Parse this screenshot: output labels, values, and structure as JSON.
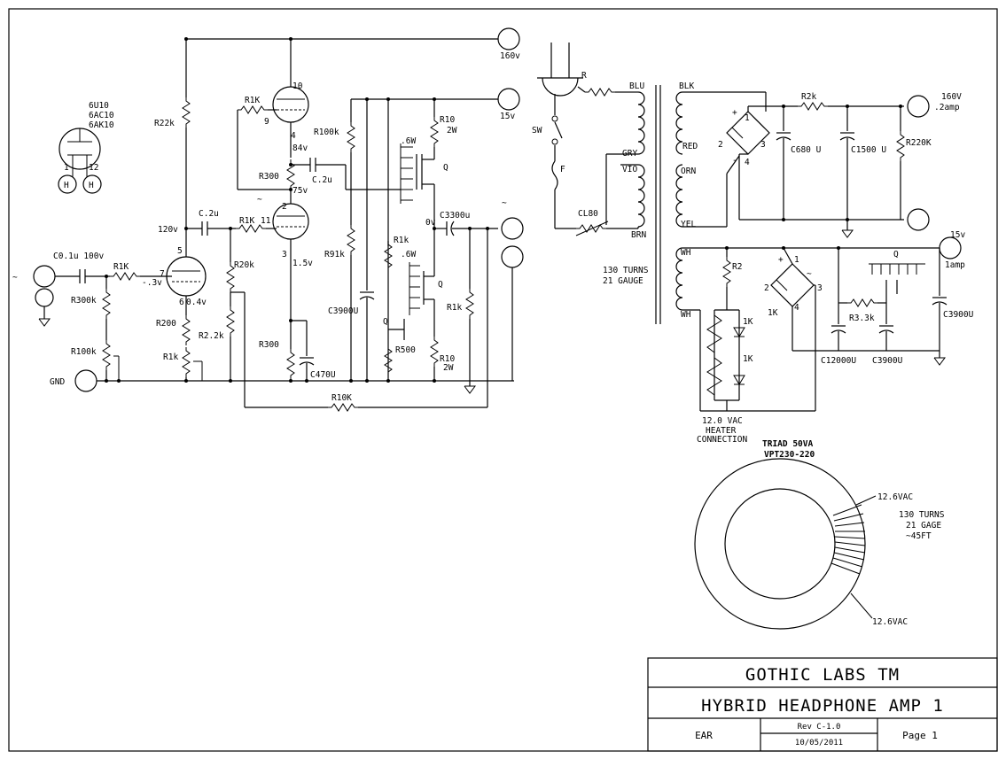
{
  "title_block": {
    "company": "GOTHIC LABS TM",
    "title": "HYBRID HEADPHONE AMP 1",
    "designer": "EAR",
    "revision": "Rev C-1.0",
    "date": "10/05/2011",
    "page": "Page 1"
  },
  "tube_legend": {
    "types": [
      "6U10",
      "6AC10",
      "6AK10"
    ],
    "pin1": "1",
    "pin12": "12",
    "heater": "H"
  },
  "rails": {
    "v160": "160v",
    "v15": "15v",
    "v160_supply": "160V",
    "v160_current": ".2amp",
    "v15_supply": "15v",
    "v15_current": "1amp"
  },
  "input": {
    "cap": "C0.1u 100v",
    "r_series": "R1K",
    "r_shunt": "R300k",
    "pot": "R100k",
    "gnd": "GND"
  },
  "tube1": {
    "pin5": "5",
    "pin7": "7",
    "pin6": "6",
    "grid_v": "-.3v",
    "cathode_v": "0.4v",
    "plate_v": "120v",
    "r_cathode": "R200",
    "r_pot": "R1k",
    "r_grid": "R2.2k",
    "r_plate": "R22k",
    "r_bias": "R20k"
  },
  "tube2": {
    "pin10": "10",
    "pin9": "9",
    "pin4": "4",
    "pin2": "2",
    "pin11": "11",
    "pin3": "3",
    "v84": "84v",
    "v75": "75v",
    "v15": "1.5v",
    "r_grid_top": "R1K",
    "r_mid": "R300",
    "cap_mid": "C.2u",
    "cap_cpl": "C.2u",
    "r_grid_bot": "R1K",
    "r_cathode": "R300",
    "cap_cathode": "C470U"
  },
  "output_stage": {
    "pot": "R100k",
    "r91k": "R91k",
    "c3900": "C3900U",
    "r10_top": "R10",
    "w2_top": "2W",
    "w6_top": ".6W",
    "q_top": "Q",
    "r1k_mid": "R1k",
    "w6_mid": ".6W",
    "q_mid": "Q",
    "q_low": "Q",
    "r500": "R500",
    "r10_bot": "R10",
    "w2_bot": "2W",
    "v0": "0v",
    "c3300": "C3300u",
    "r1k_out": "R1k",
    "feedback": "R10K"
  },
  "power": {
    "r": "R",
    "sw": "SW",
    "fuse": "F",
    "thermistor": "CL80",
    "blu": "BLU",
    "gry": "GRY",
    "vio": "VIO",
    "brn": "BRN",
    "blk": "BLK",
    "red": "RED",
    "orn": "ORN",
    "yel": "YEL",
    "turns": "130 TURNS",
    "gauge": "21 GAUGE",
    "r2k": "R2k",
    "c680": "C680 U",
    "c1500": "C1500 U",
    "r220k": "R220K",
    "wh1": "WH",
    "wh2": "WH",
    "r2": "R2",
    "led_r1": "1K",
    "led_r2": "1K",
    "heater_note": [
      "12.0 VAC",
      "HEATER",
      "CONNECTION"
    ],
    "k1": "1K",
    "r33": "R3.3k",
    "c12000": "C12000U",
    "c3900b": "C3900U",
    "c3900c": "C3900U",
    "q": "Q"
  },
  "bridge": {
    "p1": "1",
    "p2": "2",
    "p3": "3",
    "p4": "4",
    "plus": "+",
    "minus": "-",
    "ac": "~"
  },
  "toroid": {
    "title": "TRIAD 50VA",
    "model": "VPT230-220",
    "tap_top": "12.6VAC",
    "tap_bot": "12.6VAC",
    "notes": [
      "130 TURNS",
      "21 GAGE",
      "~45FT"
    ]
  }
}
